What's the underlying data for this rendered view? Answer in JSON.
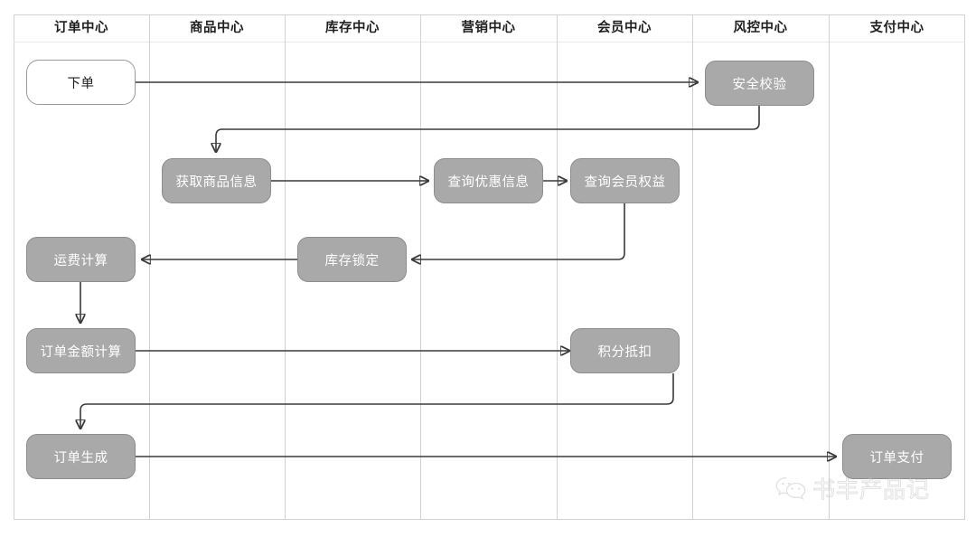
{
  "diagram": {
    "type": "swimlane-flowchart",
    "lanes": [
      {
        "id": "order",
        "title": "订单中心"
      },
      {
        "id": "product",
        "title": "商品中心"
      },
      {
        "id": "inventory",
        "title": "库存中心"
      },
      {
        "id": "marketing",
        "title": "营销中心"
      },
      {
        "id": "member",
        "title": "会员中心"
      },
      {
        "id": "risk",
        "title": "风控中心"
      },
      {
        "id": "payment",
        "title": "支付中心"
      }
    ],
    "nodes": [
      {
        "id": "place-order",
        "label": "下单",
        "lane": "order",
        "style": "hollow"
      },
      {
        "id": "security-check",
        "label": "安全校验",
        "lane": "risk",
        "style": "filled"
      },
      {
        "id": "get-product",
        "label": "获取商品信息",
        "lane": "product",
        "style": "filled"
      },
      {
        "id": "query-promo",
        "label": "查询优惠信息",
        "lane": "marketing",
        "style": "filled"
      },
      {
        "id": "query-member",
        "label": "查询会员权益",
        "lane": "member",
        "style": "filled"
      },
      {
        "id": "lock-stock",
        "label": "库存锁定",
        "lane": "inventory",
        "style": "filled"
      },
      {
        "id": "freight-calc",
        "label": "运费计算",
        "lane": "order",
        "style": "filled"
      },
      {
        "id": "amount-calc",
        "label": "订单金额计算",
        "lane": "order",
        "style": "filled"
      },
      {
        "id": "points-deduct",
        "label": "积分抵扣",
        "lane": "member",
        "style": "filled"
      },
      {
        "id": "order-create",
        "label": "订单生成",
        "lane": "order",
        "style": "filled"
      },
      {
        "id": "order-pay",
        "label": "订单支付",
        "lane": "payment",
        "style": "filled"
      }
    ],
    "edges": [
      {
        "from": "place-order",
        "to": "security-check"
      },
      {
        "from": "security-check",
        "to": "get-product"
      },
      {
        "from": "get-product",
        "to": "query-promo"
      },
      {
        "from": "query-promo",
        "to": "query-member"
      },
      {
        "from": "query-member",
        "to": "lock-stock"
      },
      {
        "from": "lock-stock",
        "to": "freight-calc"
      },
      {
        "from": "freight-calc",
        "to": "amount-calc"
      },
      {
        "from": "amount-calc",
        "to": "points-deduct"
      },
      {
        "from": "points-deduct",
        "to": "order-create"
      },
      {
        "from": "order-create",
        "to": "order-pay"
      }
    ],
    "colors": {
      "node_fill": "#a9a9a9",
      "node_border": "#8d8d8d",
      "node_text": "#ffffff",
      "lane_border": "#d2d2d2",
      "connector": "#3a3a3a",
      "hollow_text": "#1f1f1f"
    }
  },
  "watermark": {
    "text": "书丰产品记",
    "icon": "wechat-icon"
  }
}
